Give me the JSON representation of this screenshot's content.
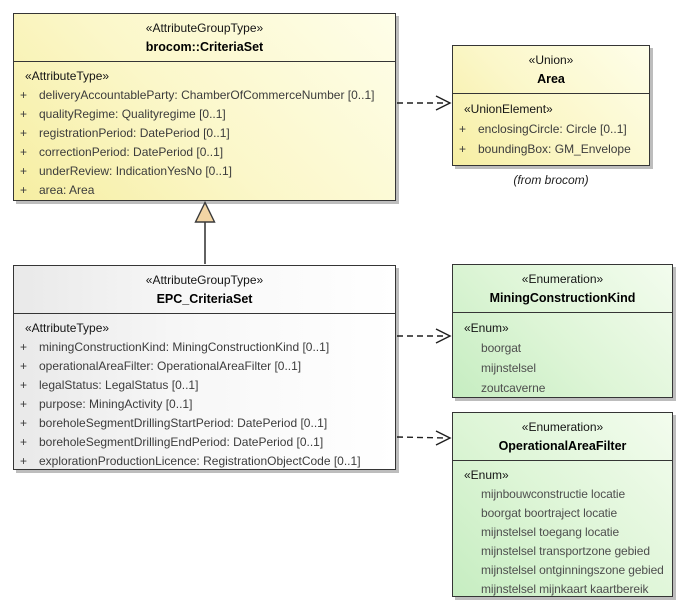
{
  "colors": {
    "yellow_fill_light": "#FEFEE9",
    "yellow_fill_dark": "#F6EEA2",
    "green_fill_light": "#F3FCEE",
    "green_fill_dark": "#C6EDC1",
    "neutral_fill_light": "#FFFFFF",
    "neutral_fill_dark": "#E9E9E9",
    "border": "#353535",
    "generalization_triangle": "#F2D5A4",
    "attribute_text": "#3C3C3C",
    "enum_value_text": "#4E4E4E"
  },
  "brocom": {
    "stereotype": "«AttributeGroupType»",
    "name": "brocom::CriteriaSet",
    "section": "«AttributeType»",
    "attributes": [
      {
        "vis": "+",
        "text": "deliveryAccountableParty: ChamberOfCommerceNumber [0..1]"
      },
      {
        "vis": "+",
        "text": "qualityRegime: Qualityregime [0..1]"
      },
      {
        "vis": "+",
        "text": "registrationPeriod: DatePeriod [0..1]"
      },
      {
        "vis": "+",
        "text": "correctionPeriod: DatePeriod [0..1]"
      },
      {
        "vis": "+",
        "text": "underReview: IndicationYesNo [0..1]"
      },
      {
        "vis": "+",
        "text": "area: Area"
      }
    ]
  },
  "epc": {
    "stereotype": "«AttributeGroupType»",
    "name": "EPC_CriteriaSet",
    "section": "«AttributeType»",
    "attributes": [
      {
        "vis": "+",
        "text": "miningConstructionKind: MiningConstructionKind [0..1]"
      },
      {
        "vis": "+",
        "text": "operationalAreaFilter: OperationalAreaFilter [0..1]"
      },
      {
        "vis": "+",
        "text": "legalStatus: LegalStatus [0..1]"
      },
      {
        "vis": "+",
        "text": "purpose: MiningActivity [0..1]"
      },
      {
        "vis": "+",
        "text": "boreholeSegmentDrillingStartPeriod: DatePeriod [0..1]"
      },
      {
        "vis": "+",
        "text": "boreholeSegmentDrillingEndPeriod: DatePeriod [0..1]"
      },
      {
        "vis": "+",
        "text": "explorationProductionLicence: RegistrationObjectCode [0..1]"
      }
    ]
  },
  "area": {
    "stereotype": "«Union»",
    "name": "Area",
    "section": "«UnionElement»",
    "attributes": [
      {
        "vis": "+",
        "text": "enclosingCircle: Circle [0..1]"
      },
      {
        "vis": "+",
        "text": "boundingBox: GM_Envelope"
      }
    ],
    "origin_note": "(from brocom)"
  },
  "mining_construction_kind": {
    "stereotype": "«Enumeration»",
    "name": "MiningConstructionKind",
    "section": "«Enum»",
    "values": [
      "boorgat",
      "mijnstelsel",
      "zoutcaverne"
    ]
  },
  "operational_area_filter": {
    "stereotype": "«Enumeration»",
    "name": "OperationalAreaFilter",
    "section": "«Enum»",
    "values": [
      "mijnbouwconstructie locatie",
      "boorgat boortraject locatie",
      "mijnstelsel toegang locatie",
      "mijnstelsel transportzone gebied",
      "mijnstelsel ontginningszone gebied",
      "mijnstelsel mijnkaart kaartbereik"
    ]
  },
  "relations": [
    {
      "type": "generalization",
      "from": "EPC_CriteriaSet",
      "to": "brocom::CriteriaSet"
    },
    {
      "type": "dependency",
      "from": "brocom::CriteriaSet",
      "to": "Area"
    },
    {
      "type": "dependency",
      "from": "EPC_CriteriaSet",
      "to": "MiningConstructionKind"
    },
    {
      "type": "dependency",
      "from": "EPC_CriteriaSet",
      "to": "OperationalAreaFilter"
    }
  ]
}
